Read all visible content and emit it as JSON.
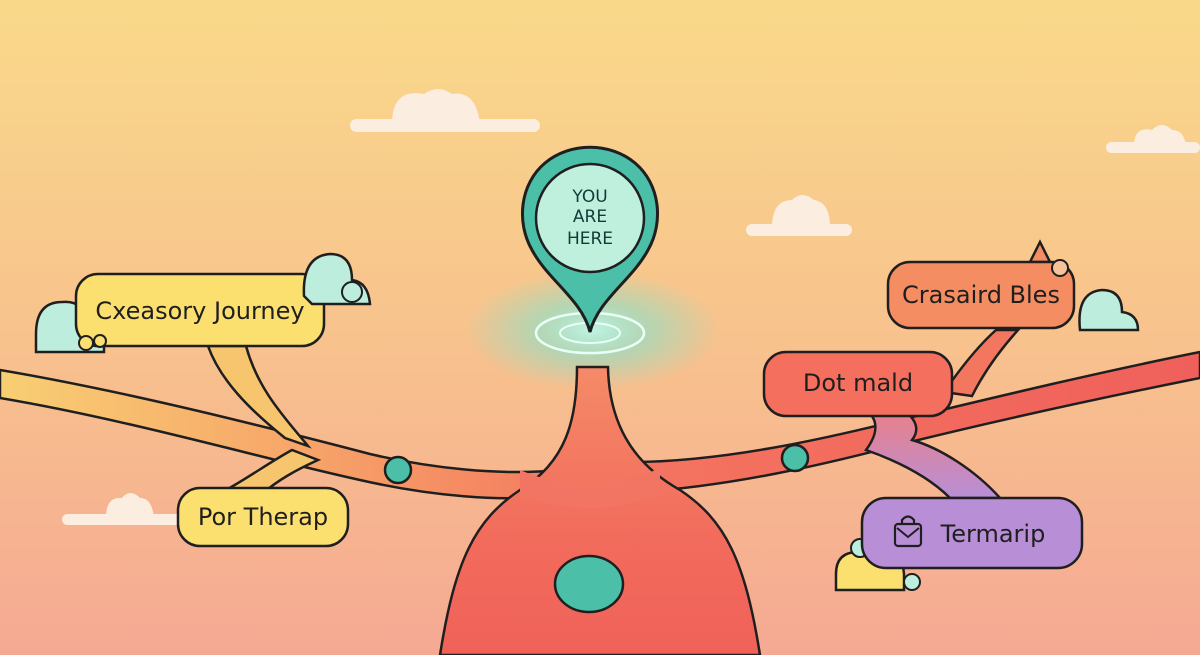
{
  "pin": {
    "line1": "YOU",
    "line2": "ARE",
    "line3": "HERE"
  },
  "nodes": {
    "left_top": {
      "label": "Cxeasory Journey"
    },
    "left_bottom": {
      "label": "Por Therap"
    },
    "right_top": {
      "label": "Crasaird Bles"
    },
    "right_middle": {
      "label": "Dot mald"
    },
    "right_bottom": {
      "label": "Termarip"
    }
  },
  "icons": {
    "right_bottom_icon": "shopping-bag-icon"
  },
  "colors": {
    "sky_top": "#f9d98a",
    "sky_bottom": "#f6ab92",
    "pin_teal": "#4bbfa8",
    "pin_inner": "#bff0dd",
    "yellow_node": "#fbe06f",
    "orange_node": "#f58d62",
    "red_node": "#f56f5f",
    "purple_node": "#b88fd7",
    "trunk_red": "#f16f5c",
    "cloud_mint": "#bdeddd"
  }
}
